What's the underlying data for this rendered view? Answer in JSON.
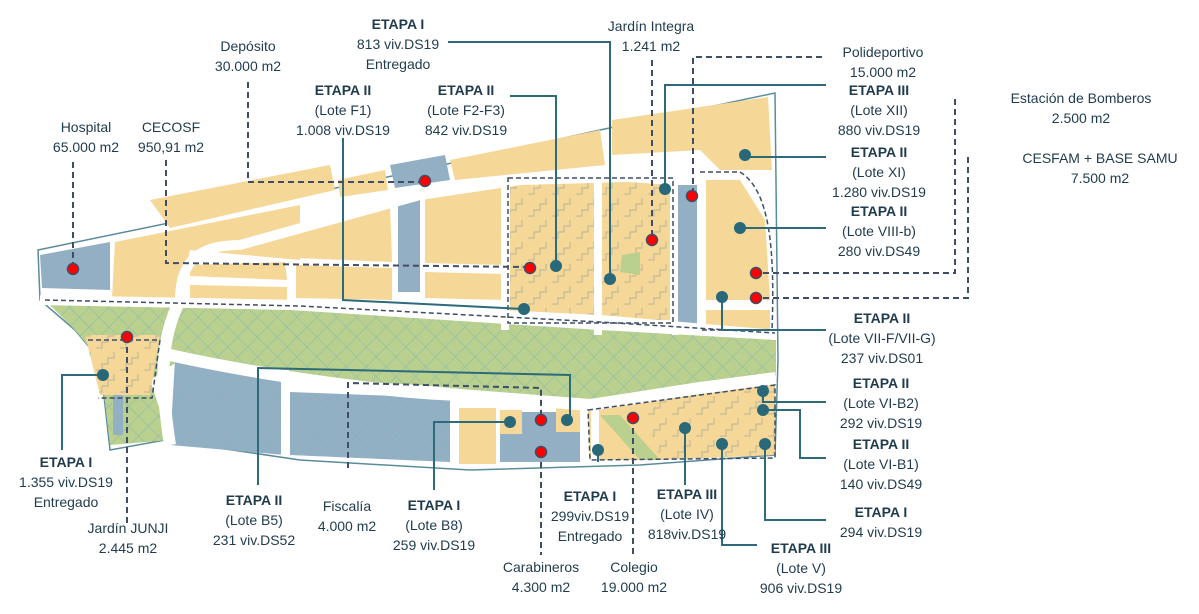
{
  "colors": {
    "residential": "#f5d797",
    "equipment": "#93afc3",
    "green": "#b9d08e",
    "road": "#ffffff",
    "leader_solid": "#2d6a7a",
    "leader_dashed": "#3f4e66",
    "marker_project": "#286878",
    "marker_facility": "#ff0000",
    "text": "#1f3b4d"
  },
  "facilities": [
    {
      "id": "hospital",
      "name": "Hospital",
      "area": "65.000 m2"
    },
    {
      "id": "cecosf",
      "name": "CECOSF",
      "area": "950,91 m2"
    },
    {
      "id": "deposito",
      "name": "Depósito",
      "area": "30.000 m2"
    },
    {
      "id": "jardin-integra",
      "name": "Jardín Integra",
      "area": "1.241 m2"
    },
    {
      "id": "polideportivo",
      "name": "Polideportivo",
      "area": "15.000 m2"
    },
    {
      "id": "bomberos",
      "name": "Estación de Bomberos",
      "area": "2.500 m2"
    },
    {
      "id": "cesfam",
      "name": "CESFAM + BASE SAMU",
      "area": "7.500 m2"
    },
    {
      "id": "jardin-junji",
      "name": "Jardín JUNJI",
      "area": "2.445 m2"
    },
    {
      "id": "fiscalia",
      "name": "Fiscalía",
      "area": "4.000 m2"
    },
    {
      "id": "carabineros",
      "name": "Carabineros",
      "area": "4.300 m2"
    },
    {
      "id": "colegio",
      "name": "Colegio",
      "area": "19.000 m2"
    }
  ],
  "projects": [
    {
      "id": "e1-813",
      "stage": "ETAPA I",
      "lote": "",
      "units": "813 viv.DS19",
      "status": "Entregado"
    },
    {
      "id": "e2-f1",
      "stage": "ETAPA II",
      "lote": "(Lote F1)",
      "units": "1.008 viv.DS19",
      "status": ""
    },
    {
      "id": "e2-f2f3",
      "stage": "ETAPA II",
      "lote": "(Lote F2-F3)",
      "units": "842 viv.DS19",
      "status": ""
    },
    {
      "id": "e3-xii",
      "stage": "ETAPA III",
      "lote": "(Lote XII)",
      "units": "880 viv.DS19",
      "status": ""
    },
    {
      "id": "e2-xi",
      "stage": "ETAPA II",
      "lote": "(Lote XI)",
      "units": "1.280 viv.DS19",
      "status": ""
    },
    {
      "id": "e2-viiib",
      "stage": "ETAPA II",
      "lote": "(Lote VIII-b)",
      "units": "280 viv.DS49",
      "status": ""
    },
    {
      "id": "e2-viifg",
      "stage": "ETAPA II",
      "lote": "(Lote VII-F/VII-G)",
      "units": "237 viv.DS01",
      "status": ""
    },
    {
      "id": "e2-vib2",
      "stage": "ETAPA II",
      "lote": "(Lote VI-B2)",
      "units": "292 viv.DS19",
      "status": ""
    },
    {
      "id": "e2-vib1",
      "stage": "ETAPA II",
      "lote": "(Lote VI-B1)",
      "units": "140 viv.DS49",
      "status": ""
    },
    {
      "id": "e1-294",
      "stage": "ETAPA I",
      "lote": "",
      "units": "294 viv.DS19",
      "status": ""
    },
    {
      "id": "e3-v",
      "stage": "ETAPA III",
      "lote": "(Lote V)",
      "units": "906 viv.DS19",
      "status": ""
    },
    {
      "id": "e3-iv",
      "stage": "ETAPA III",
      "lote": "(Lote IV)",
      "units": "818viv.DS19",
      "status": ""
    },
    {
      "id": "e1-299",
      "stage": "ETAPA I",
      "lote": "",
      "units": "299viv.DS19",
      "status": "Entregado"
    },
    {
      "id": "e1-b8",
      "stage": "ETAPA I",
      "lote": "(Lote B8)",
      "units": "259 viv.DS19",
      "status": ""
    },
    {
      "id": "e2-b5",
      "stage": "ETAPA II",
      "lote": "(Lote B5)",
      "units": "231 viv.DS52",
      "status": ""
    },
    {
      "id": "e1-1355",
      "stage": "ETAPA I",
      "lote": "",
      "units": "1.355 viv.DS19",
      "status": "Entregado"
    }
  ]
}
